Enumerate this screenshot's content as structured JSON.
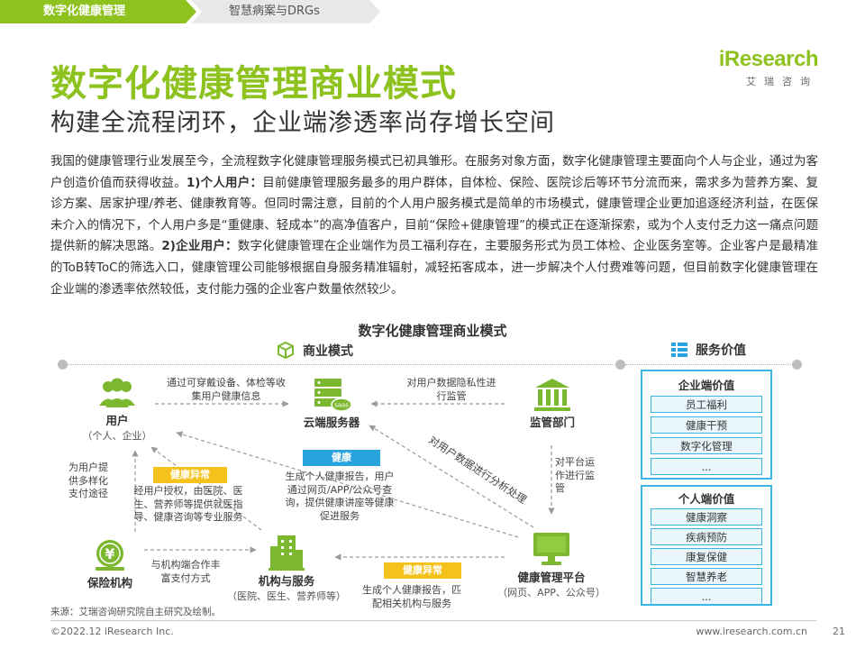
{
  "breadcrumb": {
    "active": "数字化健康管理",
    "next": "智慧病案与DRGs"
  },
  "logo": {
    "word": "iResearch",
    "sub": "艾瑞咨询"
  },
  "title": "数字化健康管理商业模式",
  "subtitle": "构建全流程闭环，企业端渗透率尚存增长空间",
  "paragraph": {
    "p1": "我国的健康管理行业发展至今，全流程数字化健康管理服务模式已初具雏形。在服务对象方面，数字化健康管理主要面向个人与企业，通过为客户创造价值而获得收益。",
    "b1": "1)个人用户：",
    "p2": "目前健康管理服务最多的用户群体，自体检、保险、医院诊后等环节分流而来，需求多为营养方案、复诊方案、居家护理/养老、健康教育等。但同时需注意，目前的个人用户服务模式是简单的市场模式，健康管理企业更加追逐经济利益，在医保未介入的情况下，个人用户多是“重健康、轻成本”的高净值客户，目前“保险+健康管理”的模式正在逐渐探索，或为个人支付乏力这一痛点问题提供新的解决思路。",
    "b2": "2)企业用户：",
    "p3": "数字化健康管理在企业端作为员工福利存在，主要服务形式为员工体检、企业医务室等。企业客户是最精准的ToB转ToC的筛选入口，健康管理公司能够根据自身服务精准辐射，减轻拓客成本，进一步解决个人付费难等问题，但目前数字化健康管理在企业端的渗透率依然较低，支付能力强的企业客户数量依然较少。"
  },
  "diagram": {
    "title": "数字化健康管理商业模式",
    "left_header": "商业模式",
    "right_header": "服务价值",
    "nodes": {
      "user": {
        "label": "用户",
        "sub": "（个人、企业）"
      },
      "cloud": {
        "label": "云端服务器",
        "badge": "saas"
      },
      "regulator": {
        "label": "监管部门"
      },
      "insurer": {
        "label": "保险机构",
        "symbol": "¥"
      },
      "institution": {
        "label": "机构与服务",
        "sub": "（医院、医生、营养师等）"
      },
      "platform": {
        "label": "健康管理平台",
        "sub": "（网页、APP、公众号）"
      }
    },
    "notes": {
      "wearable": "通过可穿戴设备、体检等收集用户健康信息",
      "privacy": "对用户数据隐私性进行监管",
      "analysis": "对用户数据进行分析处理",
      "platform_supervise": "对平台运作进行监管",
      "pay": "为用户提供多样化支付途径",
      "authorized": "经用户授权，由医院、医生、营养师等提供就医指导、健康咨询等专业服务",
      "report_user": "生成个人健康报告，用户通过网页/APP/公众号查询，提供健康讲座等健康促进服务",
      "cooperate": "与机构端合作丰富支付方式",
      "report_match": "生成个人健康报告，匹配相关机构与服务"
    },
    "tags": {
      "abnormal1": "健康异常",
      "healthy": "健康",
      "abnormal2": "健康异常"
    }
  },
  "enterprise_value": {
    "title": "企业端价值",
    "items": [
      "员工福利",
      "健康干预",
      "数字化管理",
      "..."
    ]
  },
  "personal_value": {
    "title": "个人端价值",
    "items": [
      "健康洞察",
      "疾病预防",
      "康复保健",
      "智慧养老",
      "..."
    ]
  },
  "footer": {
    "source": "来源：艾瑞咨询研究院自主研究及绘制。",
    "copyright": "©2022.12 iResearch Inc.",
    "url": "www.iresearch.com.cn",
    "page": "21"
  },
  "colors": {
    "brand_green": "#8dc21f",
    "node_green": "#7cb82f",
    "panel_blue": "#39b5e6",
    "tag_yellow": "#f4c21a",
    "tag_blue": "#29a3de"
  }
}
